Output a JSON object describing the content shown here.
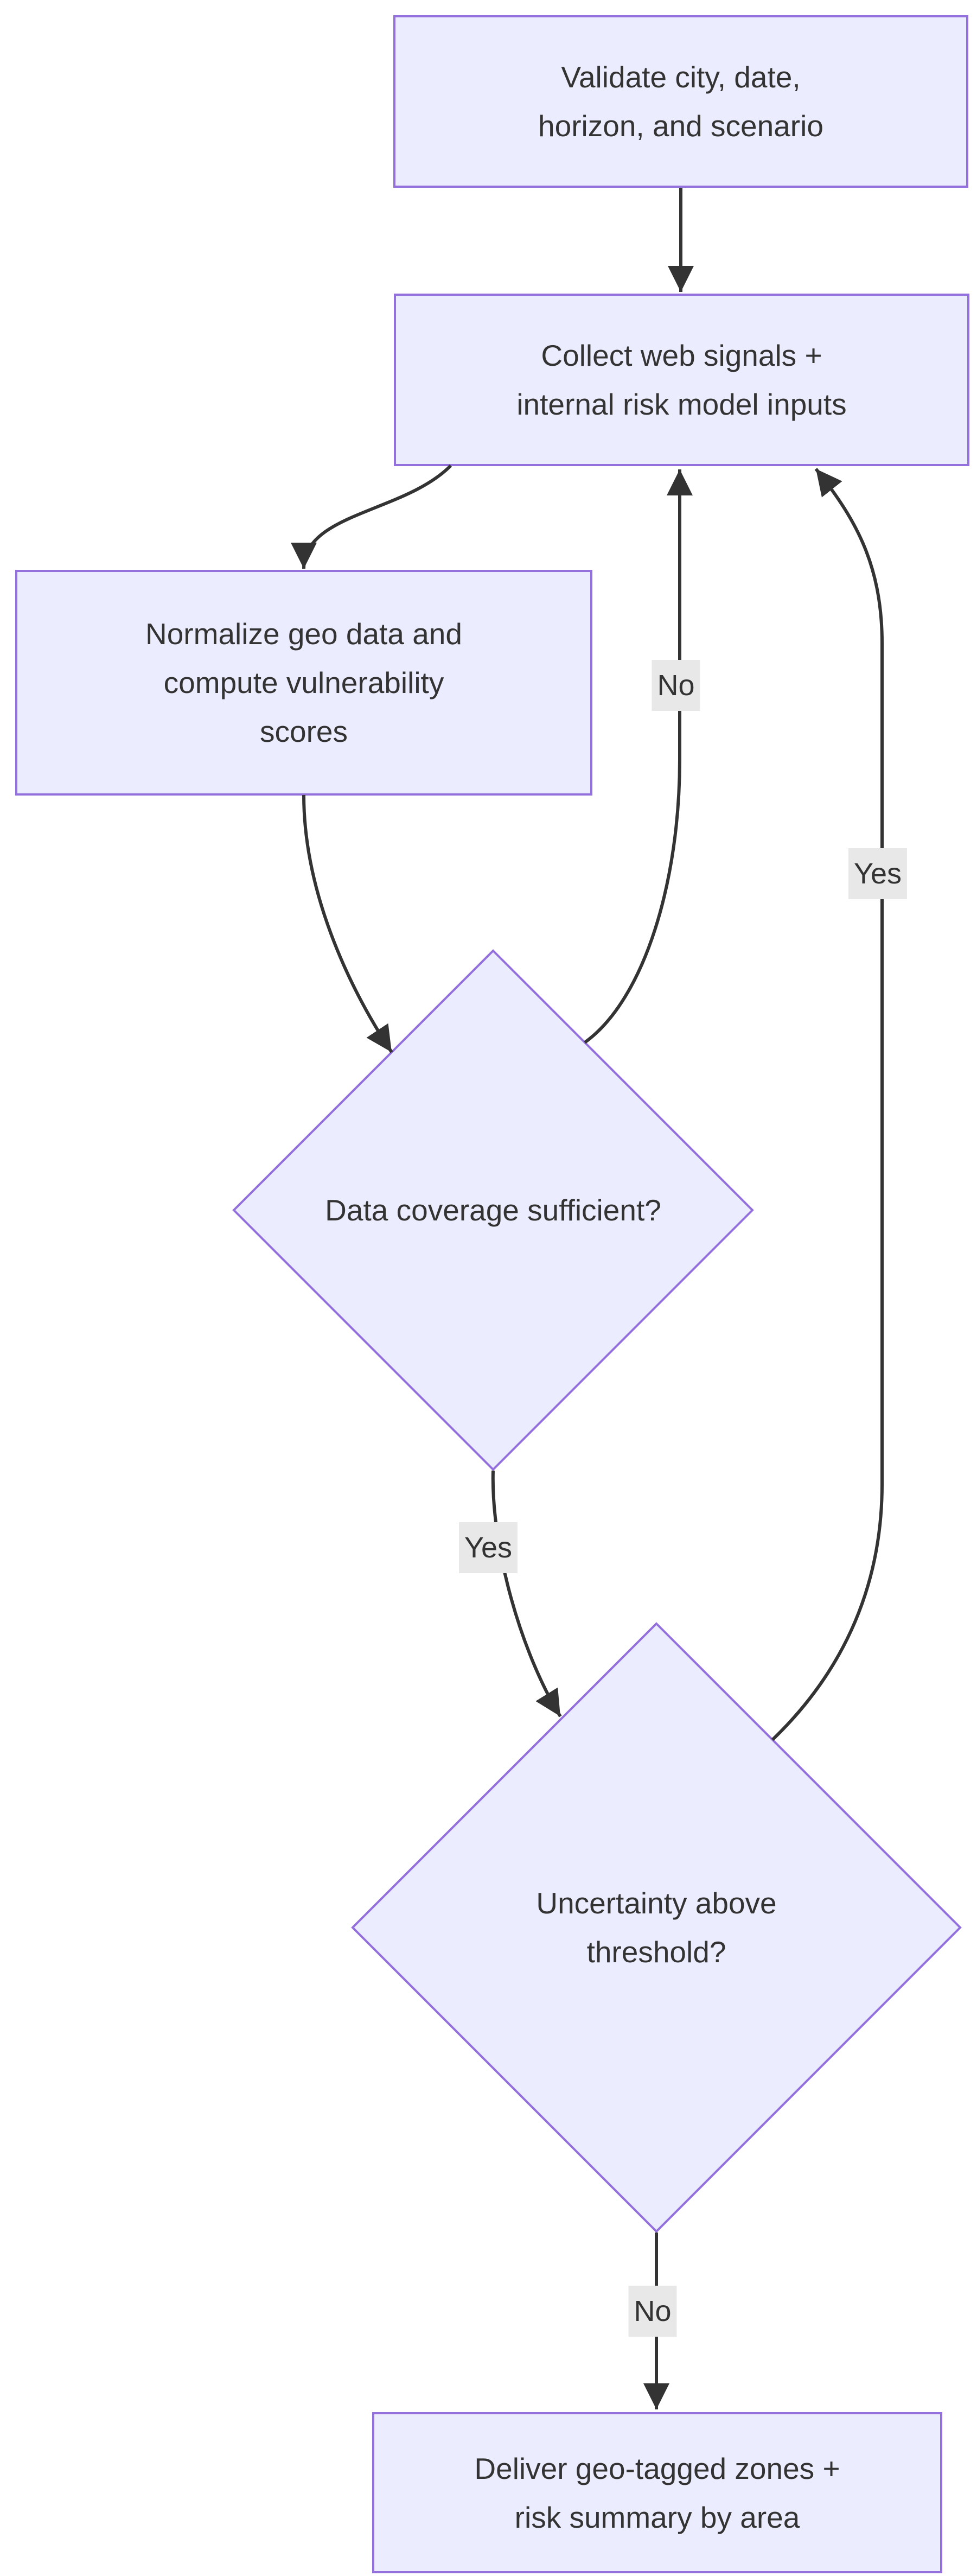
{
  "diagram": {
    "type": "mermaid-flowchart",
    "direction": "top-down",
    "background": "#ffffff",
    "colors": {
      "node_fill": "#ECECFF",
      "node_border": "#9370DB",
      "edge_line": "#333333",
      "edge_label_bg": "#e8e8e8",
      "text": "#333333"
    },
    "nodes": [
      {
        "id": "validate",
        "shape": "rectangle",
        "lines": [
          "Validate city, date,",
          "horizon, and scenario"
        ]
      },
      {
        "id": "collect",
        "shape": "rectangle",
        "lines": [
          "Collect web signals +",
          "internal risk model inputs"
        ]
      },
      {
        "id": "normalize",
        "shape": "rectangle",
        "lines": [
          "Normalize geo data and",
          "compute vulnerability",
          "scores"
        ]
      },
      {
        "id": "coverage-decision",
        "shape": "diamond",
        "lines": [
          "Data coverage sufficient?"
        ]
      },
      {
        "id": "uncertainty-decision",
        "shape": "diamond",
        "lines": [
          "Uncertainty above",
          "threshold?"
        ]
      },
      {
        "id": "deliver",
        "shape": "rectangle",
        "lines": [
          "Deliver geo-tagged zones +",
          "risk summary by area"
        ]
      }
    ],
    "edges": [
      {
        "from": "validate",
        "to": "collect",
        "label": ""
      },
      {
        "from": "collect",
        "to": "normalize",
        "label": ""
      },
      {
        "from": "normalize",
        "to": "coverage-decision",
        "label": ""
      },
      {
        "from": "coverage-decision",
        "to": "collect",
        "label": "No"
      },
      {
        "from": "coverage-decision",
        "to": "uncertainty-decision",
        "label": "Yes"
      },
      {
        "from": "uncertainty-decision",
        "to": "collect",
        "label": "Yes"
      },
      {
        "from": "uncertainty-decision",
        "to": "deliver",
        "label": "No"
      }
    ]
  }
}
